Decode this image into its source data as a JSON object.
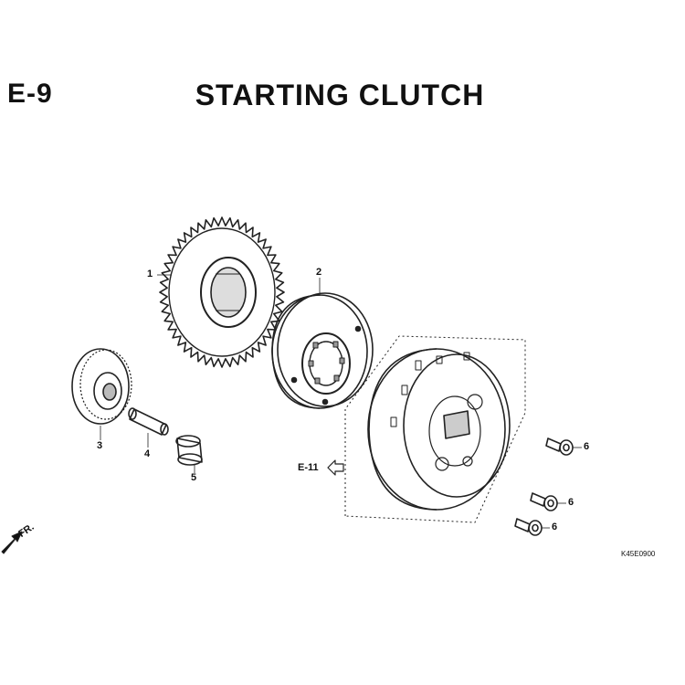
{
  "header": {
    "code": "E-9",
    "title": "STARTING CLUTCH"
  },
  "callouts": [
    "1",
    "2",
    "3",
    "4",
    "5",
    "6",
    "6",
    "6"
  ],
  "reference": "E-11",
  "direction_label": "FR.",
  "figure_code": "K45E0900"
}
